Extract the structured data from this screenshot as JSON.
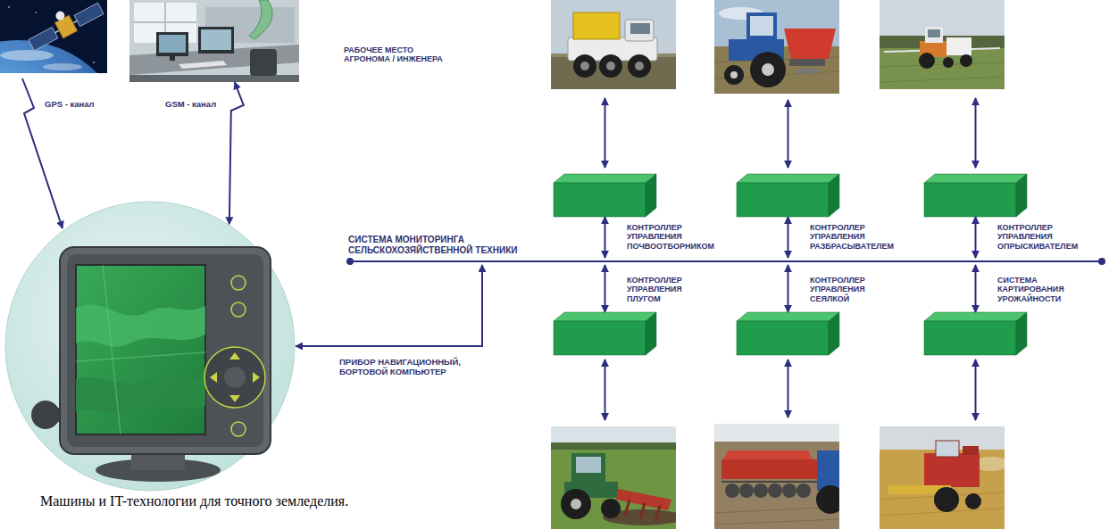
{
  "diagram": {
    "caption": "Машины и IT-технологии для точного земледелия.",
    "nodes": [
      {
        "text": [
          "РАБОЧЕЕ МЕСТО АГРОНОМА / ИНЖЕНЕРА"
        ]
      },
      {
        "text": [
          "ПРИБОР НАВИГАЦИОННЫЙ, БОРТОВОЙ КОМПЬЮТЕР"
        ]
      },
      {
        "text": [
          "СИСТЕМА МОНИТОРИНГА СЕЛЬСКОХОЗЯЙСТВЕННОЙ ТЕХНИКИ"
        ]
      },
      {
        "text": [
          "КОНТРОЛЛЕР УПРАВЛЕНИЯ ПОЧВООТБОРНИКОМ"
        ]
      },
      {
        "text": [
          "КОНТРОЛЛЕР УПРАВЛЕНИЯ РАЗБРАСЫВАТЕЛЕМ"
        ]
      },
      {
        "text": [
          "КОНТРОЛЛЕР УПРАВЛЕНИЯ ОПРЫСКИВАТЕЛЕМ"
        ]
      },
      {
        "text": [
          "КОНТРОЛЛЕР УПРАВЛЕНИЯ ПЛУГОМ"
        ]
      },
      {
        "text": [
          "КОНТРОЛЛЕР УПРАВЛЕНИЯ СЕЯЛКОЙ"
        ]
      },
      {
        "text": [
          "СИСТЕМА КАРТИРОВАНИЯ УРОЖАЙНОСТИ"
        ]
      }
    ],
    "edges": [
      {
        "from": 0,
        "to": 1,
        "label": "GSM - канал",
        "arrow": "both"
      },
      {
        "from": 2,
        "to": 1,
        "arrow": "both"
      },
      {
        "from": 3,
        "to": 2,
        "arrow": "both"
      },
      {
        "from": 4,
        "to": 2,
        "arrow": "both"
      },
      {
        "from": 5,
        "to": 2,
        "arrow": "both"
      },
      {
        "from": 6,
        "to": 2,
        "arrow": "both"
      },
      {
        "from": 7,
        "to": 2,
        "arrow": "both"
      },
      {
        "from": 8,
        "to": 2,
        "arrow": "both"
      }
    ],
    "labels": [
      "GPS - канал"
    ]
  }
}
